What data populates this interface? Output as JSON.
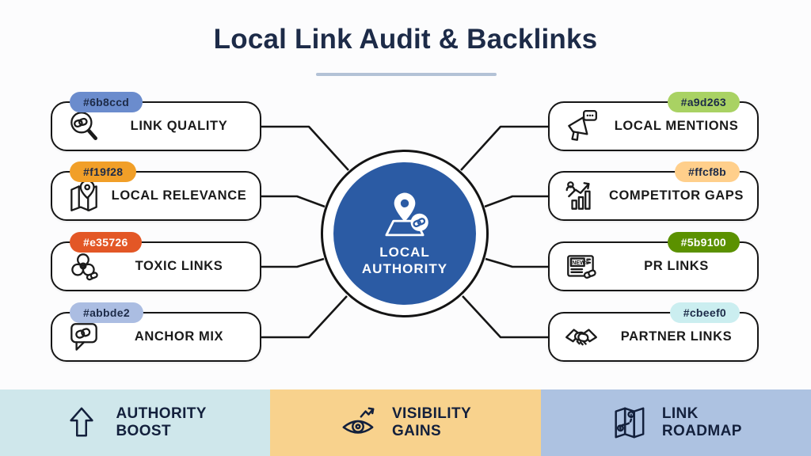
{
  "header": {
    "title": "Local Link Audit & Backlinks",
    "title_color": "#1d2b48",
    "accent": "#b3c2d6"
  },
  "hub": {
    "label_line1": "LOCAL",
    "label_line2": "AUTHORITY",
    "color": "#2b5ba4"
  },
  "nodes": {
    "left": [
      {
        "tag": "#6b8ccd",
        "tag_text": "#1d2b48",
        "label": "LINK QUALITY",
        "icon": "link-magnifier-icon"
      },
      {
        "tag": "#f19f28",
        "tag_text": "#1d2b48",
        "label": "LOCAL RELEVANCE",
        "icon": "map-pin-icon"
      },
      {
        "tag": "#e35726",
        "tag_text": "#ffffff",
        "label": "TOXIC LINKS",
        "icon": "biohazard-icon"
      },
      {
        "tag": "#abbde2",
        "tag_text": "#1d2b48",
        "label": "ANCHOR MIX",
        "icon": "chat-link-icon"
      }
    ],
    "right": [
      {
        "tag": "#a9d263",
        "tag_text": "#1d2b48",
        "label": "LOCAL MENTIONS",
        "icon": "megaphone-icon"
      },
      {
        "tag": "#ffcf8b",
        "tag_text": "#1d2b48",
        "label": "COMPETITOR GAPS",
        "icon": "competitor-chart-icon"
      },
      {
        "tag": "#5b9100",
        "tag_text": "#ffffff",
        "label": "PR LINKS",
        "icon": "newspaper-link-icon"
      },
      {
        "tag": "#cbeef0",
        "tag_text": "#1d2b48",
        "label": "PARTNER LINKS",
        "icon": "handshake-icon"
      }
    ]
  },
  "newspaper_icon_text": "NEWS",
  "footer": {
    "bands": [
      {
        "label_line1": "AUTHORITY",
        "label_line2": "BOOST",
        "bg": "#cfe7eb",
        "icon": "arrow-up-icon"
      },
      {
        "label_line1": "VISIBILITY",
        "label_line2": "GAINS",
        "bg": "#f8d28d",
        "icon": "eye-growth-icon"
      },
      {
        "label_line1": "LINK",
        "label_line2": "ROADMAP",
        "bg": "#adc2e1",
        "icon": "roadmap-icon"
      }
    ]
  }
}
